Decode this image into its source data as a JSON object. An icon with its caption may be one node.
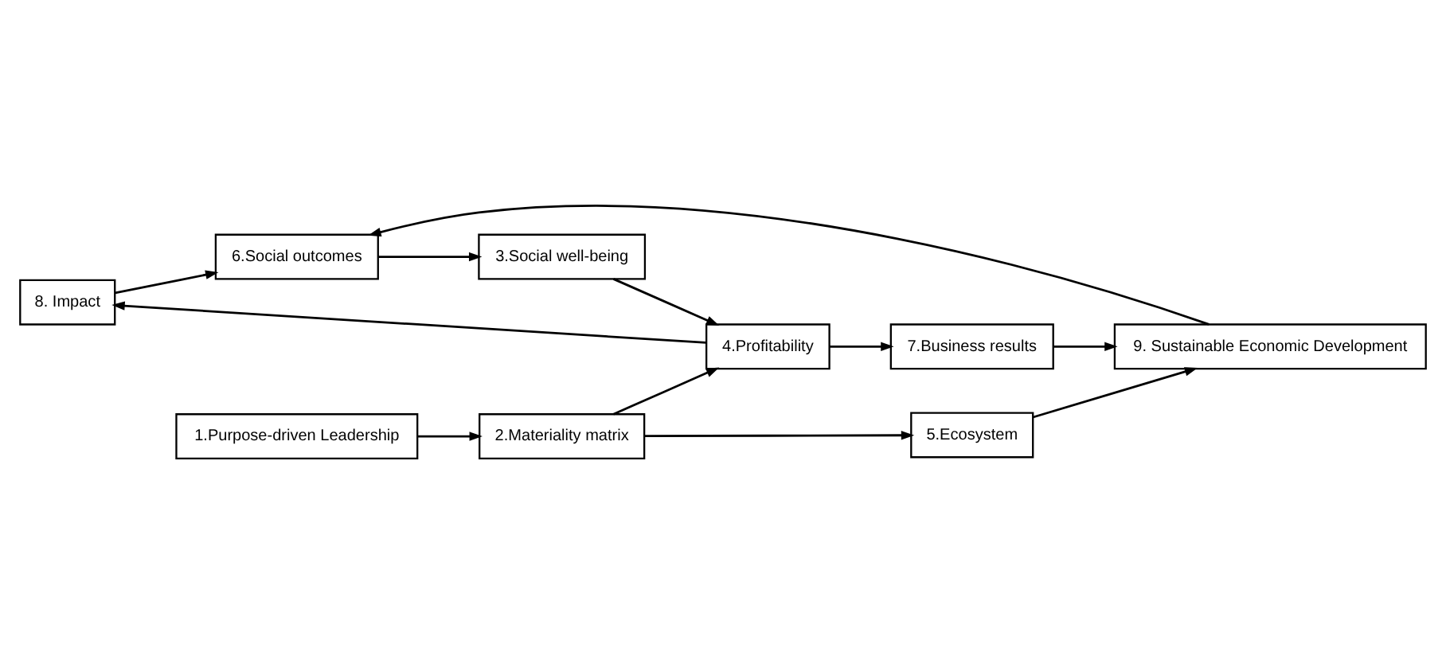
{
  "diagram": {
    "nodes": [
      {
        "text": [
          "8. Impact"
        ]
      },
      {
        "text": [
          "2.Materiality matrix"
        ]
      },
      {
        "text": [
          "4.Profitability"
        ]
      },
      {
        "text": [
          "7.Business results"
        ]
      },
      {
        "text": [
          "1.Purpose-driven Leadership"
        ]
      },
      {
        "text": [
          "9. Sustainable Economic Development"
        ]
      },
      {
        "text": [
          "6.Social outcomes"
        ]
      },
      {
        "text": [
          "5.Ecosystem"
        ]
      },
      {
        "text": [
          "3.Social well-being"
        ]
      }
    ],
    "edges": [
      {
        "from": 4,
        "to": 1,
        "arrow": "to"
      },
      {
        "from": 1,
        "to": 2,
        "arrow": "to"
      },
      {
        "from": 1,
        "to": 7,
        "arrow": "to"
      },
      {
        "from": 7,
        "to": 5,
        "arrow": "to"
      },
      {
        "from": 2,
        "to": 0,
        "arrow": "to"
      },
      {
        "from": 2,
        "to": 3,
        "arrow": "to"
      },
      {
        "from": 3,
        "to": 5,
        "arrow": "to"
      },
      {
        "from": 0,
        "to": 6,
        "arrow": "to"
      },
      {
        "from": 5,
        "to": 6,
        "arrow": "to"
      },
      {
        "from": 6,
        "to": 8,
        "arrow": "to"
      },
      {
        "from": 8,
        "to": 2,
        "arrow": "to"
      }
    ]
  }
}
